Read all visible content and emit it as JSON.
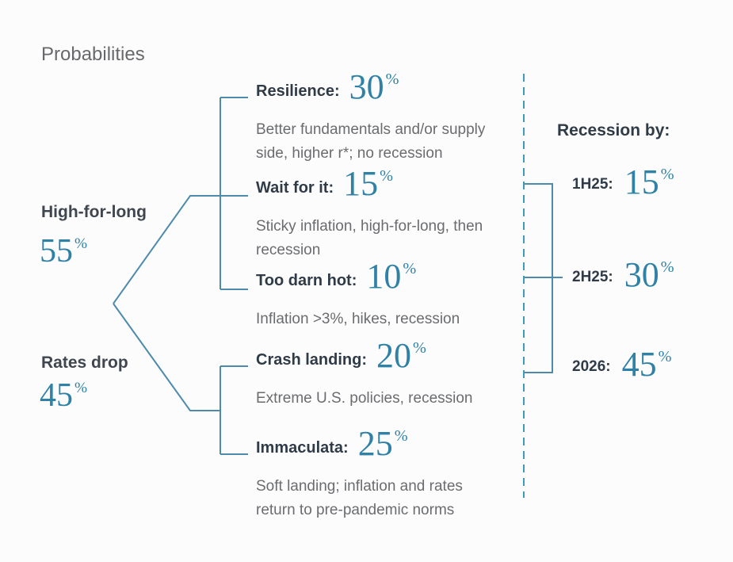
{
  "title": "Probabilities",
  "percent_sign": "%",
  "colors": {
    "number_teal": "#2f81a6",
    "branch_line_blue": "#4e8aac",
    "dashed_line_teal": "#3e9cba",
    "label_dark": "#303b48",
    "description_gray": "#6b6c6f",
    "title_gray": "#68696c"
  },
  "branches": [
    {
      "label": "High-for-long",
      "value": "55"
    },
    {
      "label": "Rates drop",
      "value": "45"
    }
  ],
  "scenarios": [
    {
      "name": "Resilience:",
      "value": "30",
      "desc": "Better fundamentals and/or supply\nside, higher r*; no recession"
    },
    {
      "name": "Wait for it:",
      "value": "15",
      "desc": "Sticky inflation, high-for-long, then\nrecession"
    },
    {
      "name": "Too darn hot:",
      "value": "10",
      "desc": "Inflation >3%, hikes, recession"
    },
    {
      "name": "Crash landing:",
      "value": "20",
      "desc": "Extreme U.S. policies, recession"
    },
    {
      "name": "Immaculata:",
      "value": "25",
      "desc": "Soft landing; inflation and rates\nreturn to pre-pandemic norms"
    }
  ],
  "recession_panel": {
    "header": "Recession by:",
    "items": [
      {
        "label": "1H25:",
        "value": "15"
      },
      {
        "label": "2H25:",
        "value": "30"
      },
      {
        "label": "2026:",
        "value": "45"
      }
    ]
  }
}
